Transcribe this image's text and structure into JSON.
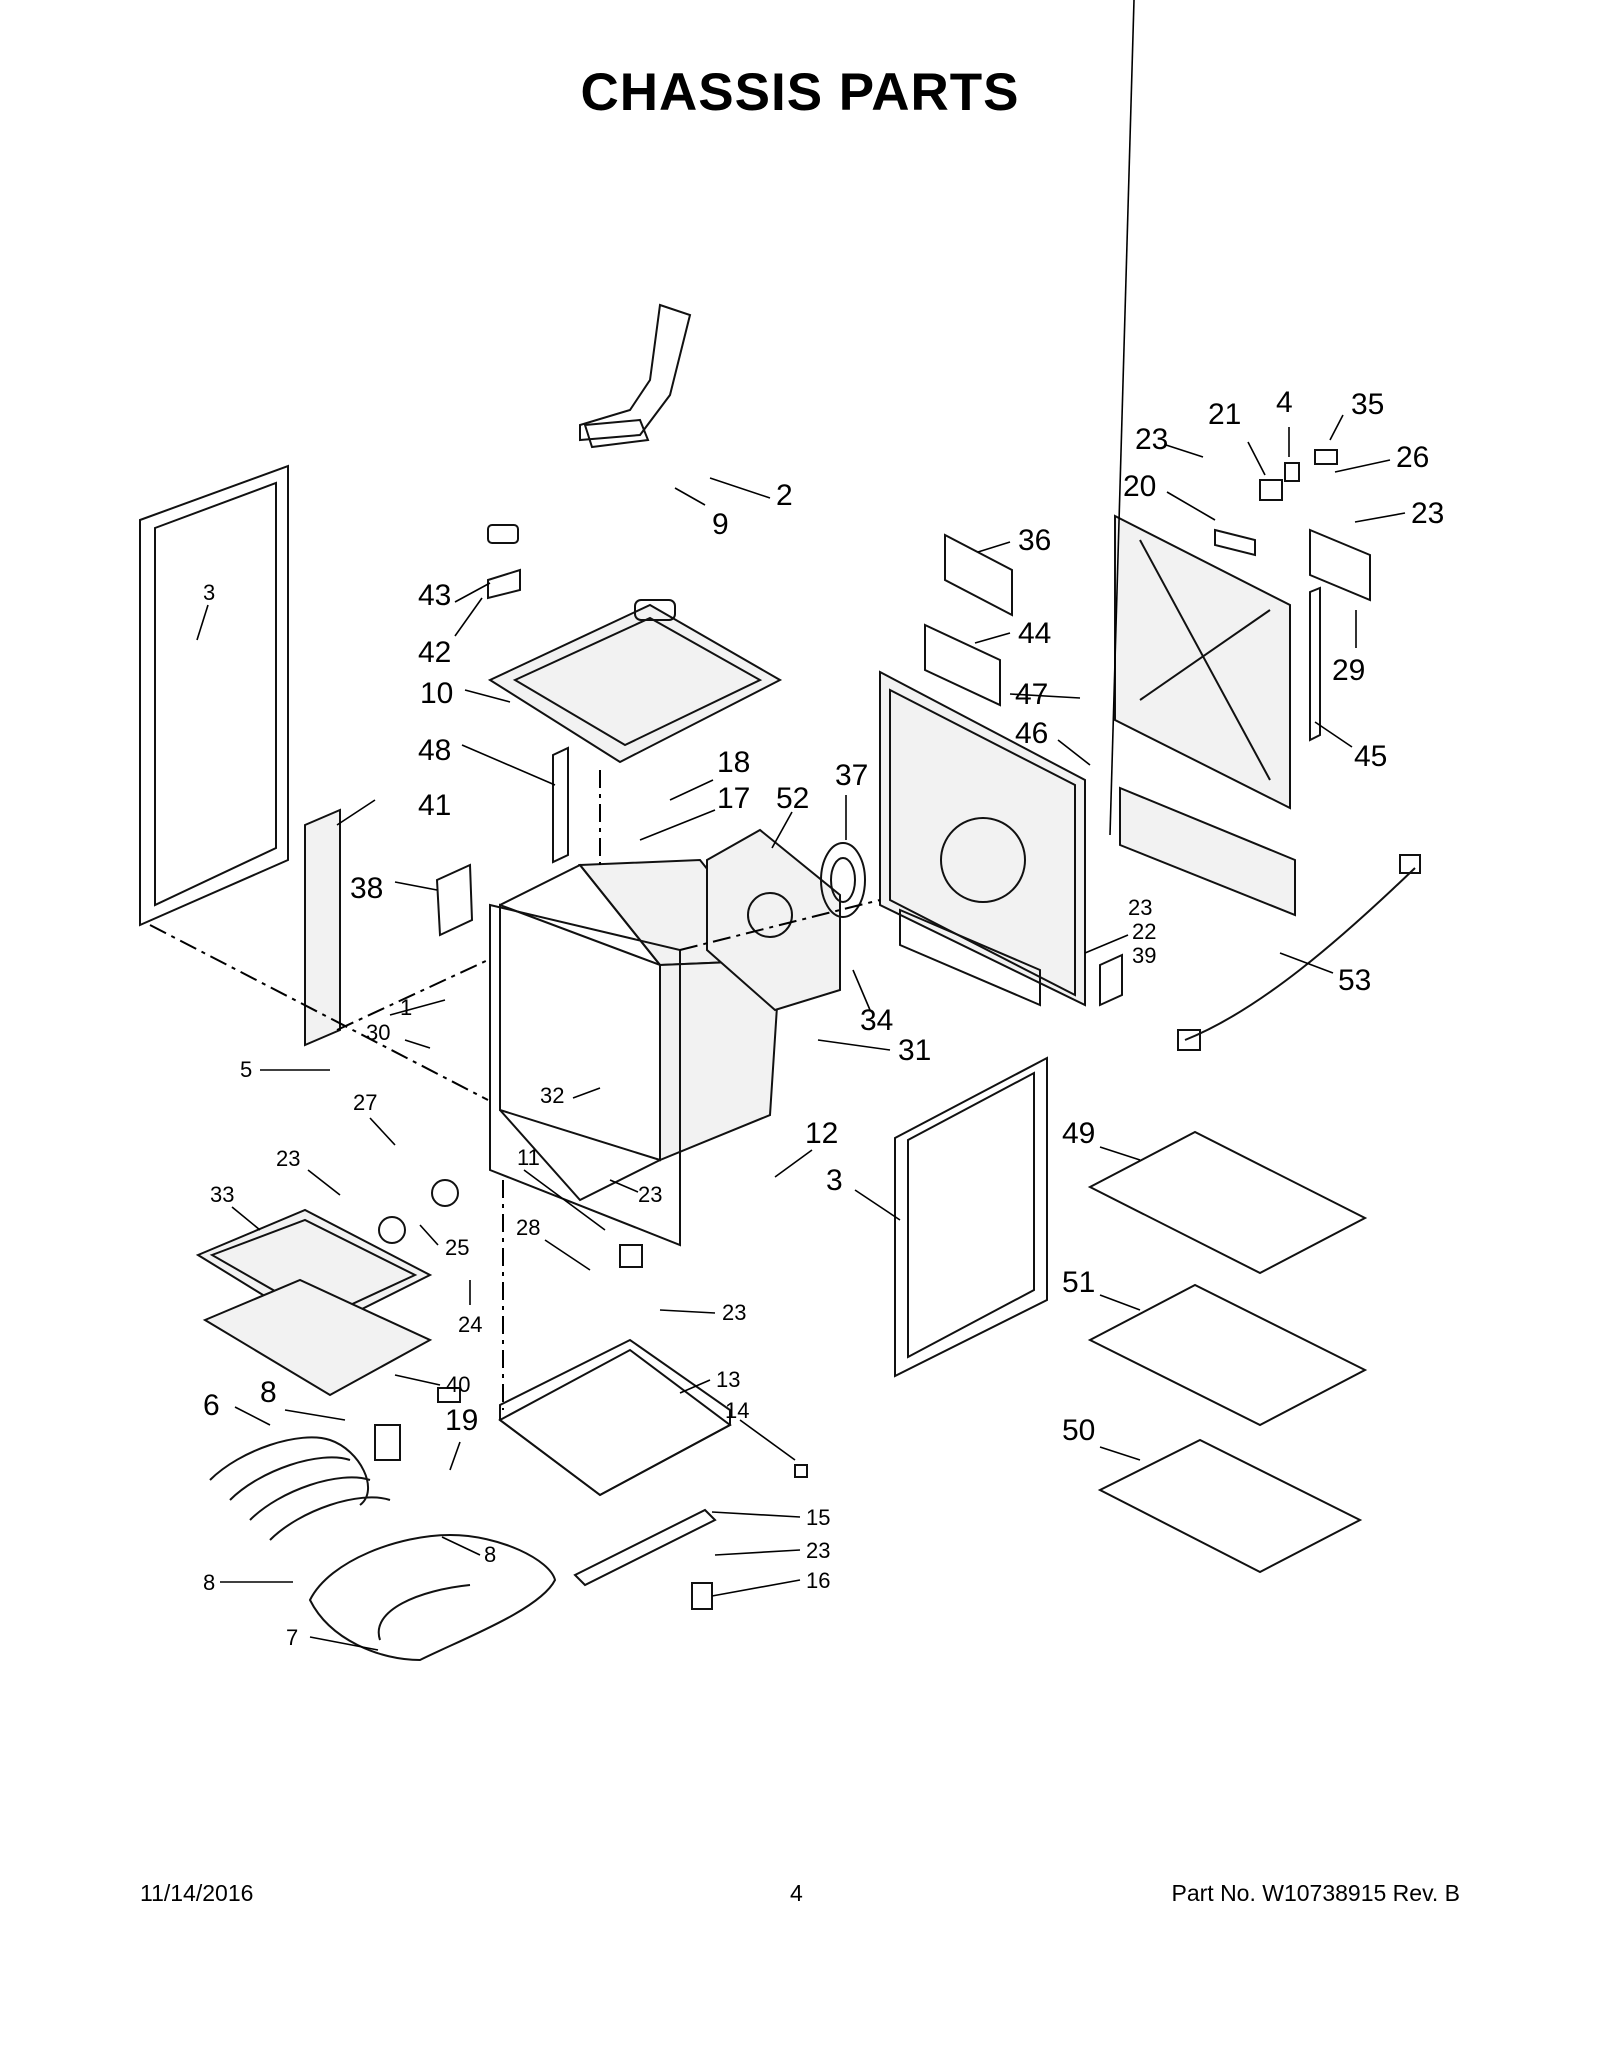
{
  "title": "CHASSIS PARTS",
  "footer": {
    "date": "11/14/2016",
    "page": "4",
    "part_number": "Part No.  W10738915  Rev.  B"
  },
  "callouts": [
    {
      "id": "c2",
      "label": "2"
    },
    {
      "id": "c9",
      "label": "9"
    },
    {
      "id": "c43",
      "label": "43"
    },
    {
      "id": "c42",
      "label": "42"
    },
    {
      "id": "c10",
      "label": "10"
    },
    {
      "id": "c48",
      "label": "48"
    },
    {
      "id": "c41",
      "label": "41"
    },
    {
      "id": "c38",
      "label": "38"
    },
    {
      "id": "c3a",
      "label": "3"
    },
    {
      "id": "c18",
      "label": "18"
    },
    {
      "id": "c17",
      "label": "17"
    },
    {
      "id": "c52",
      "label": "52"
    },
    {
      "id": "c37",
      "label": "37"
    },
    {
      "id": "c36",
      "label": "36"
    },
    {
      "id": "c44",
      "label": "44"
    },
    {
      "id": "c47",
      "label": "47"
    },
    {
      "id": "c46",
      "label": "46"
    },
    {
      "id": "c45",
      "label": "45"
    },
    {
      "id": "c29",
      "label": "29"
    },
    {
      "id": "c23a",
      "label": "23"
    },
    {
      "id": "c21",
      "label": "21"
    },
    {
      "id": "c4",
      "label": "4"
    },
    {
      "id": "c35",
      "label": "35"
    },
    {
      "id": "c26",
      "label": "26"
    },
    {
      "id": "c23b",
      "label": "23"
    },
    {
      "id": "c20",
      "label": "20"
    },
    {
      "id": "c23c",
      "label": "23"
    },
    {
      "id": "c22",
      "label": "22"
    },
    {
      "id": "c39",
      "label": "39"
    },
    {
      "id": "c53",
      "label": "53"
    },
    {
      "id": "c34",
      "label": "34"
    },
    {
      "id": "c31",
      "label": "31"
    },
    {
      "id": "c1",
      "label": "1"
    },
    {
      "id": "c30",
      "label": "30"
    },
    {
      "id": "c5",
      "label": "5"
    },
    {
      "id": "c32",
      "label": "32"
    },
    {
      "id": "c27",
      "label": "27"
    },
    {
      "id": "c23d",
      "label": "23"
    },
    {
      "id": "c33",
      "label": "33"
    },
    {
      "id": "c25",
      "label": "25"
    },
    {
      "id": "c24",
      "label": "24"
    },
    {
      "id": "c11",
      "label": "11"
    },
    {
      "id": "c28",
      "label": "28"
    },
    {
      "id": "c23e",
      "label": "23"
    },
    {
      "id": "c12",
      "label": "12"
    },
    {
      "id": "c3b",
      "label": "3"
    },
    {
      "id": "c23f",
      "label": "23"
    },
    {
      "id": "c49",
      "label": "49"
    },
    {
      "id": "c51",
      "label": "51"
    },
    {
      "id": "c50",
      "label": "50"
    },
    {
      "id": "c40",
      "label": "40"
    },
    {
      "id": "c6",
      "label": "6"
    },
    {
      "id": "c8a",
      "label": "8"
    },
    {
      "id": "c19",
      "label": "19"
    },
    {
      "id": "c13",
      "label": "13"
    },
    {
      "id": "c14",
      "label": "14"
    },
    {
      "id": "c15",
      "label": "15"
    },
    {
      "id": "c23g",
      "label": "23"
    },
    {
      "id": "c16",
      "label": "16"
    },
    {
      "id": "c8b",
      "label": "8"
    },
    {
      "id": "c8c",
      "label": "8"
    },
    {
      "id": "c7",
      "label": "7"
    }
  ]
}
